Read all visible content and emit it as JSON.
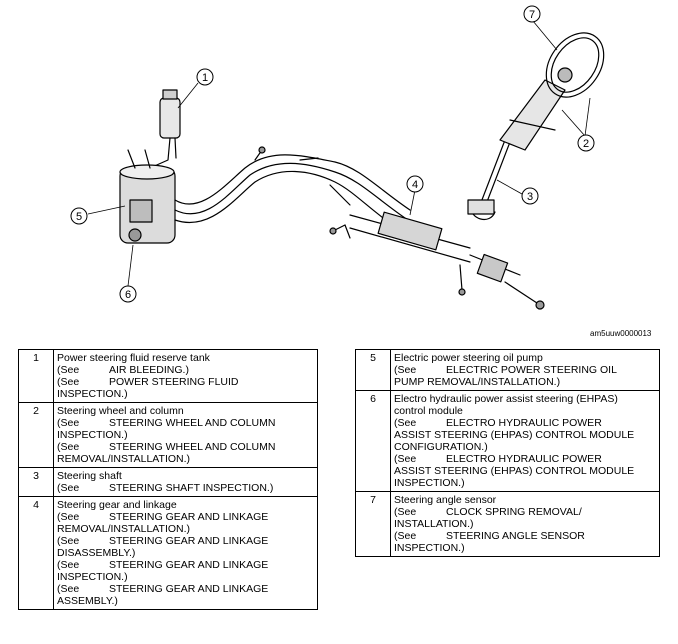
{
  "image_code": "am5uuw0000013",
  "callouts": [
    "1",
    "2",
    "3",
    "4",
    "5",
    "6",
    "7"
  ],
  "left_rows": [
    {
      "num": "1",
      "title": "Power steering fluid reserve tank",
      "lines": [
        {
          "see": "(See",
          "text": "AIR BLEEDING.)"
        },
        {
          "see": "(See",
          "text": "POWER STEERING FLUID"
        },
        {
          "see": "",
          "text": "INSPECTION.)"
        }
      ]
    },
    {
      "num": "2",
      "title": "Steering wheel and column",
      "lines": [
        {
          "see": "(See",
          "text": "STEERING WHEEL AND COLUMN"
        },
        {
          "see": "",
          "text": "INSPECTION.)"
        },
        {
          "see": "(See",
          "text": "STEERING WHEEL AND COLUMN"
        },
        {
          "see": "",
          "text": "REMOVAL/INSTALLATION.)"
        }
      ]
    },
    {
      "num": "3",
      "title": "Steering shaft",
      "lines": [
        {
          "see": "(See",
          "text": "STEERING SHAFT INSPECTION.)"
        }
      ]
    },
    {
      "num": "4",
      "title": "Steering gear and linkage",
      "lines": [
        {
          "see": "(See",
          "text": "STEERING GEAR AND LINKAGE"
        },
        {
          "see": "",
          "text": "REMOVAL/INSTALLATION.)"
        },
        {
          "see": "(See",
          "text": "STEERING GEAR AND LINKAGE"
        },
        {
          "see": "",
          "text": "DISASSEMBLY.)"
        },
        {
          "see": "(See",
          "text": "STEERING GEAR AND LINKAGE"
        },
        {
          "see": "",
          "text": "INSPECTION.)"
        },
        {
          "see": "(See",
          "text": "STEERING GEAR AND LINKAGE"
        },
        {
          "see": "",
          "text": "ASSEMBLY.)"
        }
      ]
    }
  ],
  "right_rows": [
    {
      "num": "5",
      "title": "Electric power steering oil pump",
      "lines": [
        {
          "see": "(See",
          "text": "ELECTRIC POWER STEERING OIL"
        },
        {
          "see": "",
          "text": "PUMP REMOVAL/INSTALLATION.)"
        }
      ]
    },
    {
      "num": "6",
      "title": "Electro hydraulic power assist steering (EHPAS)",
      "lines": [
        {
          "see": "",
          "text": "control module"
        },
        {
          "see": "(See",
          "text": "ELECTRO HYDRAULIC POWER"
        },
        {
          "see": "",
          "text": "ASSIST STEERING (EHPAS) CONTROL MODULE"
        },
        {
          "see": "",
          "text": "CONFIGURATION.)"
        },
        {
          "see": "(See",
          "text": "ELECTRO HYDRAULIC POWER"
        },
        {
          "see": "",
          "text": "ASSIST STEERING (EHPAS) CONTROL MODULE"
        },
        {
          "see": "",
          "text": "INSPECTION.)"
        }
      ]
    },
    {
      "num": "7",
      "title": "Steering angle sensor",
      "lines": [
        {
          "see": "(See",
          "text": "CLOCK SPRING REMOVAL/"
        },
        {
          "see": "",
          "text": "INSTALLATION.)"
        },
        {
          "see": "(See",
          "text": "STEERING ANGLE SENSOR"
        },
        {
          "see": "",
          "text": "INSPECTION.)"
        }
      ]
    }
  ]
}
